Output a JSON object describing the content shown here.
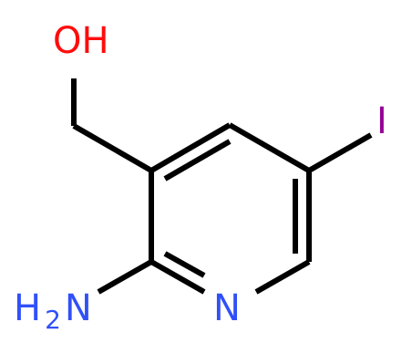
{
  "molecule": {
    "atoms": {
      "hydroxyl": {
        "text": "OH",
        "color": "#ff0d0d"
      },
      "iodine": {
        "text": "I",
        "color": "#940094"
      },
      "ring_nitrogen": {
        "text": "N",
        "color": "#3050f8"
      },
      "amine": {
        "text": "H",
        "subscript": "2",
        "suffix": "N",
        "color": "#3050f8"
      }
    },
    "bond_color": "#000000"
  }
}
